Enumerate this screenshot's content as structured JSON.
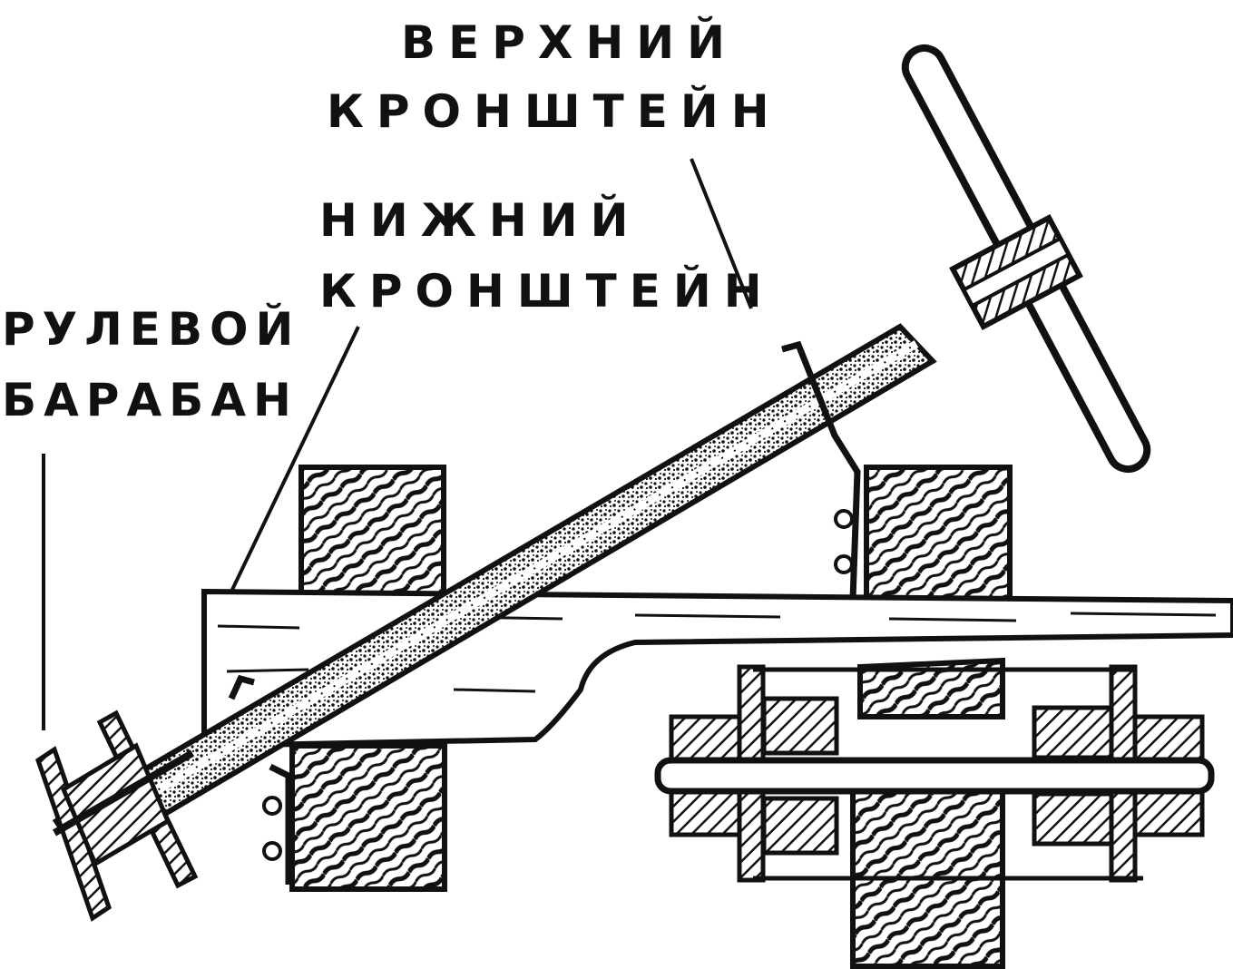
{
  "labels": {
    "upper_bracket": [
      "ВЕРХНИЙ",
      "КРОНШТЕЙН"
    ],
    "lower_bracket": [
      "НИЖНИЙ",
      "КРОНШТЕЙН"
    ],
    "steering_drum": [
      "РУЛЕВОЙ",
      "БАРАБАН"
    ]
  },
  "colors": {
    "ink": "#111111",
    "paper": "#ffffff",
    "wood": "#ffffff"
  }
}
